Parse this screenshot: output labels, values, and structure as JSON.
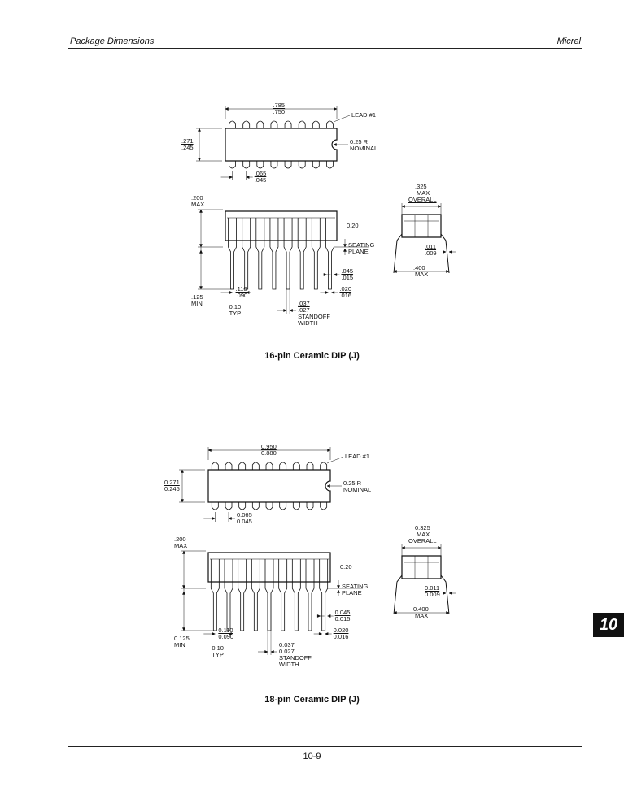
{
  "header": {
    "section": "Package Dimensions",
    "brand": "Micrel"
  },
  "footer": {
    "page_number": "10-9"
  },
  "section_tab": "10",
  "figures": [
    {
      "caption": "16-pin Ceramic DIP (J)",
      "labels": {
        "length_max": ".785",
        "length_min": ".750",
        "lead1": "LEAD #1",
        "width_max": ".271",
        "width_min": ".245",
        "notch_r": "0.25 R",
        "notch_nom": "NOMINAL",
        "pitch_max": ".065",
        "pitch_min": ".045",
        "height_max": ".200",
        "height_max_word": "MAX",
        "overall_val": ".325",
        "overall_max": "MAX",
        "overall_word": "OVERALL",
        "seat_val": "0.20",
        "seat_word1": "SEATING",
        "seat_word2": "PLANE",
        "lead_thk_max": ".011",
        "lead_thk_min": ".009",
        "lead_len_min": ".125",
        "lead_len_min_word": "MIN",
        "lead_w_max": ".045",
        "lead_w_min": ".015",
        "row_max": ".400",
        "row_max_word": "MAX",
        "pin_pitch_max": ".110",
        "pin_pitch_min": ".090",
        "lead_sq_max": ".020",
        "lead_sq_min": ".016",
        "typ_val": "0.10",
        "typ_word": "TYP",
        "standoff_max": ".037",
        "standoff_min": ".027",
        "standoff_word1": "STANDOFF",
        "standoff_word2": "WIDTH"
      }
    },
    {
      "caption": "18-pin Ceramic DIP (J)",
      "labels": {
        "length_max": "0.950",
        "length_min": "0.880",
        "lead1": "LEAD #1",
        "width_max": "0.271",
        "width_min": "0.245",
        "notch_r": "0.25 R",
        "notch_nom": "NOMINAL",
        "pitch_max": "0.065",
        "pitch_min": "0.045",
        "height_max": ".200",
        "height_max_word": "MAX",
        "overall_val": "0.325",
        "overall_max": "MAX",
        "overall_word": "OVERALL",
        "seat_val": "0.20",
        "seat_word1": "SEATING",
        "seat_word2": "PLANE",
        "lead_thk_max": "0.011",
        "lead_thk_min": "0.009",
        "lead_len_min": "0.125",
        "lead_len_min_word": "MIN",
        "lead_w_max": "0.045",
        "lead_w_min": "0.015",
        "row_max": "0.400",
        "row_max_word": "MAX",
        "pin_pitch_max": "0.110",
        "pin_pitch_min": "0.090",
        "lead_sq_max": "0.020",
        "lead_sq_min": "0.016",
        "typ_val": "0.10",
        "typ_word": "TYP",
        "standoff_max": "0.037",
        "standoff_min": "0.027",
        "standoff_word1": "STANDOFF",
        "standoff_word2": "WIDTH"
      }
    }
  ]
}
